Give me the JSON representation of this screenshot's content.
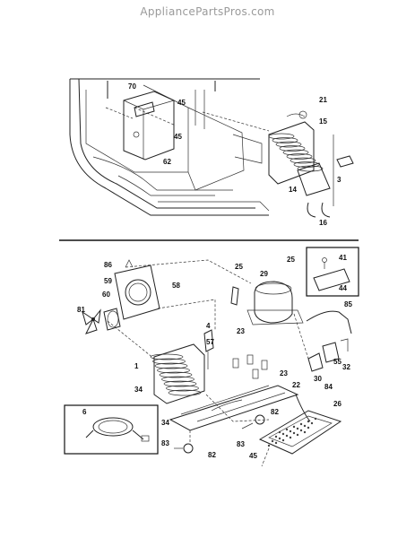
{
  "watermark": "AppliancePartsPros.com",
  "callouts": [
    {
      "id": "c70",
      "text": "70"
    },
    {
      "id": "c45a",
      "text": "45"
    },
    {
      "id": "c45b",
      "text": "45"
    },
    {
      "id": "c62",
      "text": "62"
    },
    {
      "id": "c21",
      "text": "21"
    },
    {
      "id": "c15",
      "text": "15"
    },
    {
      "id": "c14",
      "text": "14"
    },
    {
      "id": "c3",
      "text": "3"
    },
    {
      "id": "c16",
      "text": "16"
    },
    {
      "id": "c86",
      "text": "86"
    },
    {
      "id": "c59",
      "text": "59"
    },
    {
      "id": "c58",
      "text": "58"
    },
    {
      "id": "c60",
      "text": "60"
    },
    {
      "id": "c81",
      "text": "81"
    },
    {
      "id": "c25a",
      "text": "25"
    },
    {
      "id": "c25b",
      "text": "25"
    },
    {
      "id": "c29",
      "text": "29"
    },
    {
      "id": "c41",
      "text": "41"
    },
    {
      "id": "c44",
      "text": "44"
    },
    {
      "id": "c85",
      "text": "85"
    },
    {
      "id": "c4",
      "text": "4"
    },
    {
      "id": "c57",
      "text": "57"
    },
    {
      "id": "c23a",
      "text": "23"
    },
    {
      "id": "c23b",
      "text": "23"
    },
    {
      "id": "c1",
      "text": "1"
    },
    {
      "id": "c34a",
      "text": "34"
    },
    {
      "id": "c34b",
      "text": "34"
    },
    {
      "id": "c22",
      "text": "22"
    },
    {
      "id": "c30",
      "text": "30"
    },
    {
      "id": "c55",
      "text": "55"
    },
    {
      "id": "c32",
      "text": "32"
    },
    {
      "id": "c84",
      "text": "84"
    },
    {
      "id": "c26",
      "text": "26"
    },
    {
      "id": "c6",
      "text": "6"
    },
    {
      "id": "c82a",
      "text": "82"
    },
    {
      "id": "c83a",
      "text": "83"
    },
    {
      "id": "c83b",
      "text": "83"
    },
    {
      "id": "c82b",
      "text": "82"
    },
    {
      "id": "c45c",
      "text": "45"
    }
  ]
}
